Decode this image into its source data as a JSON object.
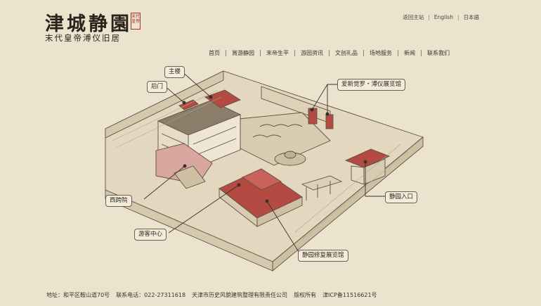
{
  "logo": {
    "title": "津城静園",
    "seal": "末代皇帝",
    "subtitle": "末代皇帝溥仪旧居"
  },
  "top_links": [
    "返回主站",
    "English",
    "日本語"
  ],
  "nav": [
    "首页",
    "賞游静园",
    "末帝生平",
    "游园资讯",
    "文创礼品",
    "场地服务",
    "新闻",
    "联系我们"
  ],
  "map_labels": {
    "main_building": "主楼",
    "back_gate": "后门",
    "aisin_gioro_hall": "爱新觉罗・溥仪展览馆",
    "west_courtyard": "西跨院",
    "visitor_center": "游客中心",
    "entrance": "静园入口",
    "restoration_hall": "静园修复展览馆"
  },
  "footer": {
    "address": "地址：和平区鞍山道70号",
    "phone": "联系电话：022-27311618",
    "company": "天津市历史风貌建筑整理有限责任公司",
    "copyright": "版权所有",
    "icp": "津ICP备11516621号"
  },
  "colors": {
    "background": "#ece3cf",
    "roof_red": "#b44b43",
    "ink": "#3b3026"
  }
}
